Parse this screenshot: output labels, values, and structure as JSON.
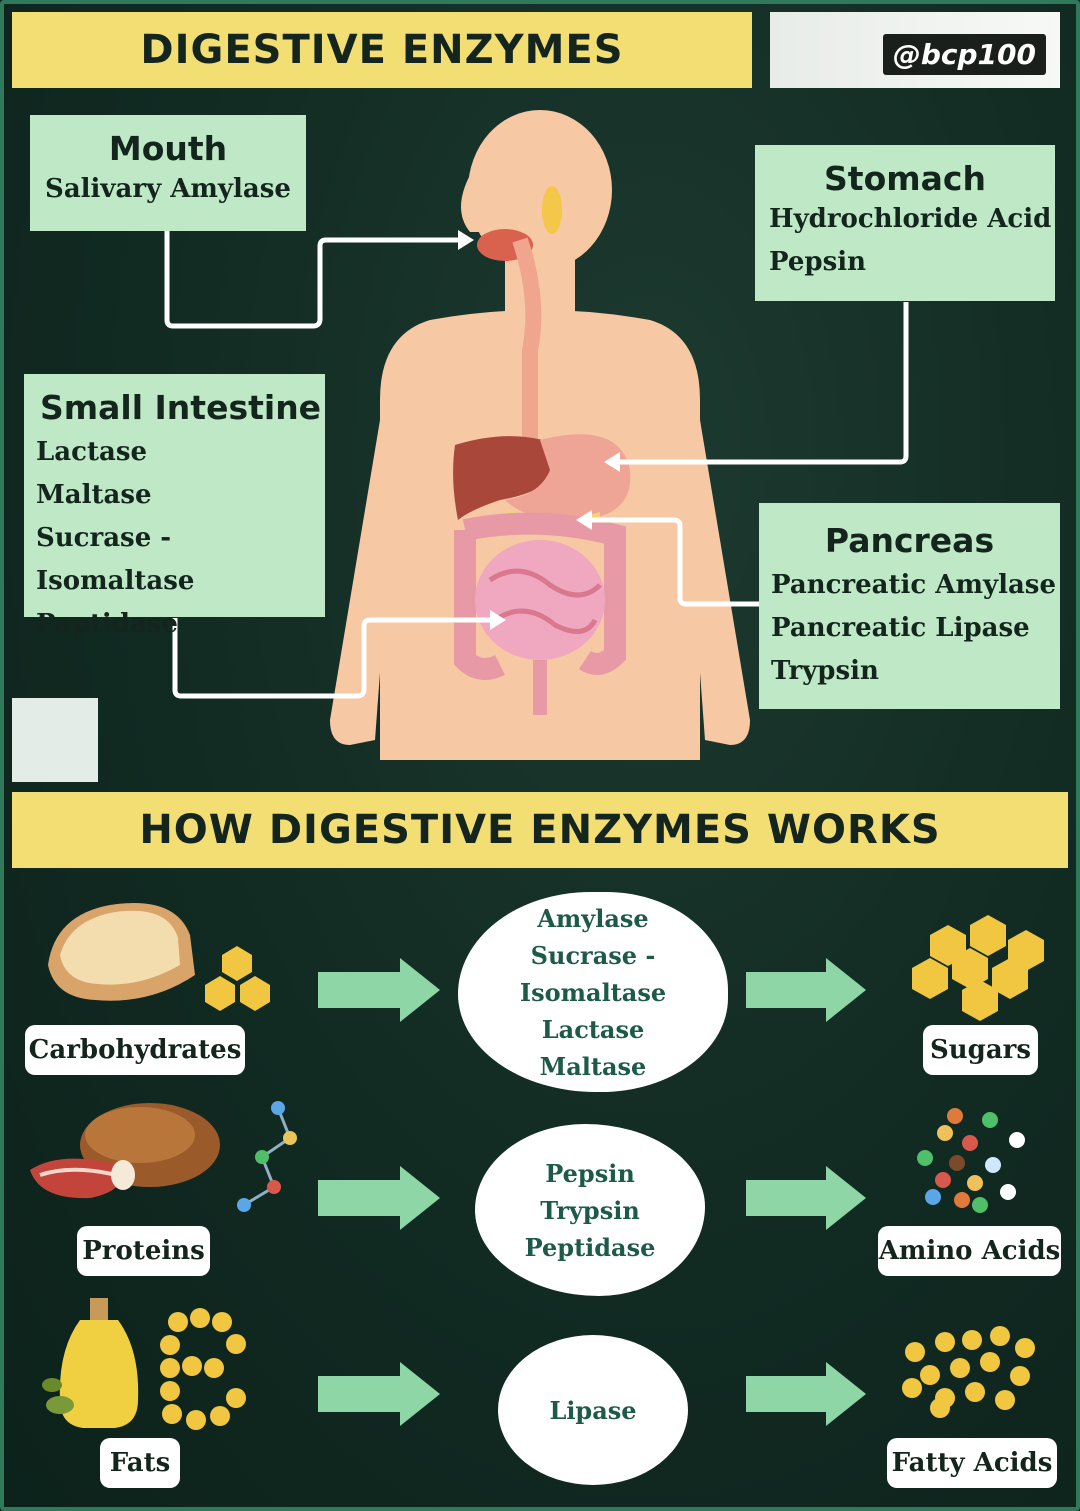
{
  "header": {
    "title": "DIGESTIVE ENZYMES",
    "handle": "@bcp100"
  },
  "organs": {
    "mouth": {
      "title": "Mouth",
      "enzymes": [
        "Salivary Amylase"
      ]
    },
    "stomach": {
      "title": "Stomach",
      "enzymes": [
        "Hydrochloride Acid",
        "Pepsin"
      ]
    },
    "small_intestine": {
      "title": "Small Intestine",
      "enzymes": [
        "Lactase",
        "Maltase",
        "Sucrase - Isomaltase",
        "Paptidase"
      ]
    },
    "pancreas": {
      "title": "Pancreas",
      "enzymes": [
        "Pancreatic Amylase",
        "Pancreatic Lipase",
        "Trypsin"
      ]
    }
  },
  "section2": {
    "title": "HOW DIGESTIVE ENZYMES WORKS"
  },
  "processes": [
    {
      "input": "Carbohydrates",
      "enzymes": [
        "Amylase",
        "Sucrase - Isomaltase",
        "Lactase",
        "Maltase"
      ],
      "output": "Sugars"
    },
    {
      "input": "Proteins",
      "enzymes": [
        "Pepsin",
        "Trypsin",
        "Peptidase"
      ],
      "output": "Amino Acids"
    },
    {
      "input": "Fats",
      "enzymes": [
        "Lipase"
      ],
      "output": "Fatty Acids"
    }
  ],
  "colors": {
    "background": "#112a22",
    "banner": "#f3de74",
    "box": "#bfe8c6",
    "arrow": "#8fd6a6",
    "frame": "#2f7a5a"
  }
}
